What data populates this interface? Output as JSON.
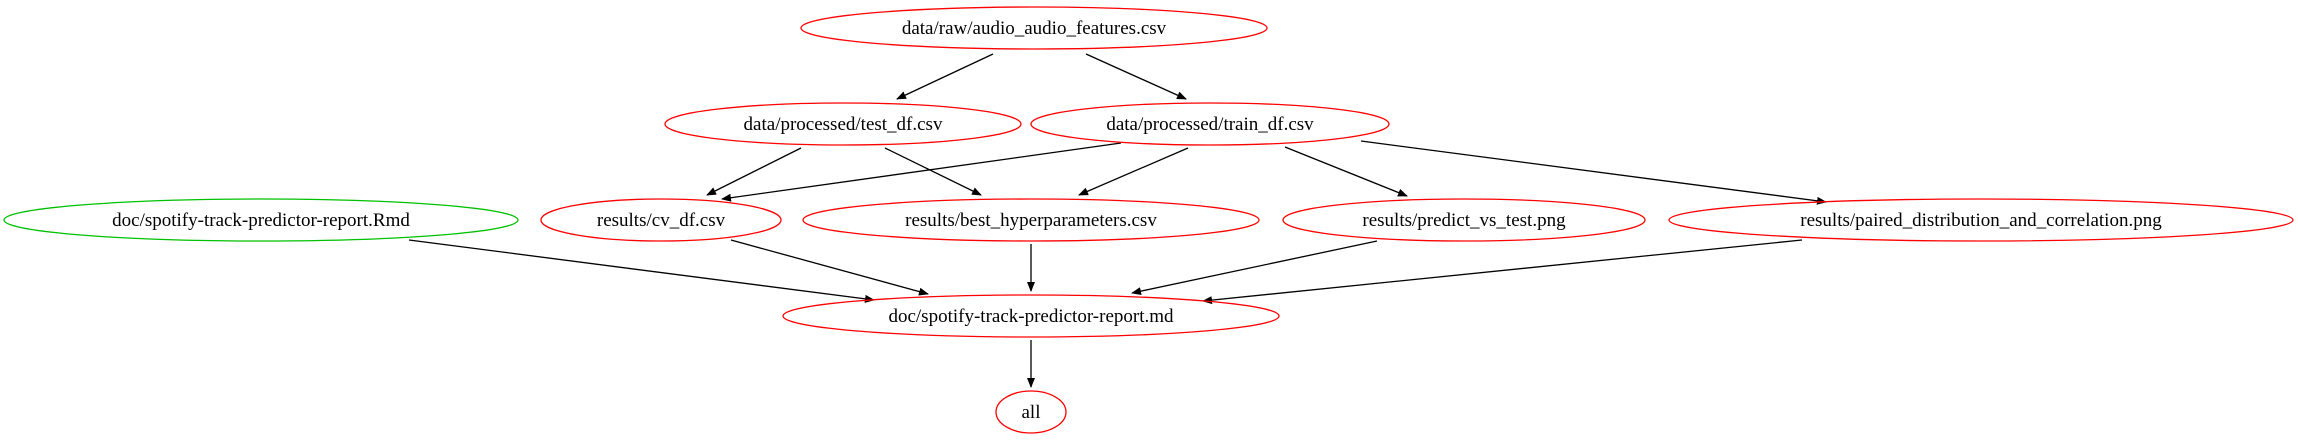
{
  "graph": {
    "colors": {
      "target": "#ff0000",
      "source": "#00c000",
      "edge": "#000000",
      "background": "#ffffff"
    },
    "nodes": [
      {
        "id": "raw",
        "label": "data/raw/audio_audio_features.csv",
        "kind": "target"
      },
      {
        "id": "test",
        "label": "data/processed/test_df.csv",
        "kind": "target"
      },
      {
        "id": "train",
        "label": "data/processed/train_df.csv",
        "kind": "target"
      },
      {
        "id": "rmd",
        "label": "doc/spotify-track-predictor-report.Rmd",
        "kind": "source"
      },
      {
        "id": "cv",
        "label": "results/cv_df.csv",
        "kind": "target"
      },
      {
        "id": "hyper",
        "label": "results/best_hyperparameters.csv",
        "kind": "target"
      },
      {
        "id": "pvt",
        "label": "results/predict_vs_test.png",
        "kind": "target"
      },
      {
        "id": "paired",
        "label": "results/paired_distribution_and_correlation.png",
        "kind": "target"
      },
      {
        "id": "md",
        "label": "doc/spotify-track-predictor-report.md",
        "kind": "target"
      },
      {
        "id": "all",
        "label": "all",
        "kind": "target"
      }
    ],
    "edges": [
      {
        "from": "raw",
        "to": "test"
      },
      {
        "from": "raw",
        "to": "train"
      },
      {
        "from": "test",
        "to": "cv"
      },
      {
        "from": "test",
        "to": "hyper"
      },
      {
        "from": "train",
        "to": "cv"
      },
      {
        "from": "train",
        "to": "hyper"
      },
      {
        "from": "train",
        "to": "pvt"
      },
      {
        "from": "train",
        "to": "paired"
      },
      {
        "from": "rmd",
        "to": "md"
      },
      {
        "from": "cv",
        "to": "md"
      },
      {
        "from": "hyper",
        "to": "md"
      },
      {
        "from": "pvt",
        "to": "md"
      },
      {
        "from": "paired",
        "to": "md"
      },
      {
        "from": "md",
        "to": "all"
      }
    ]
  }
}
